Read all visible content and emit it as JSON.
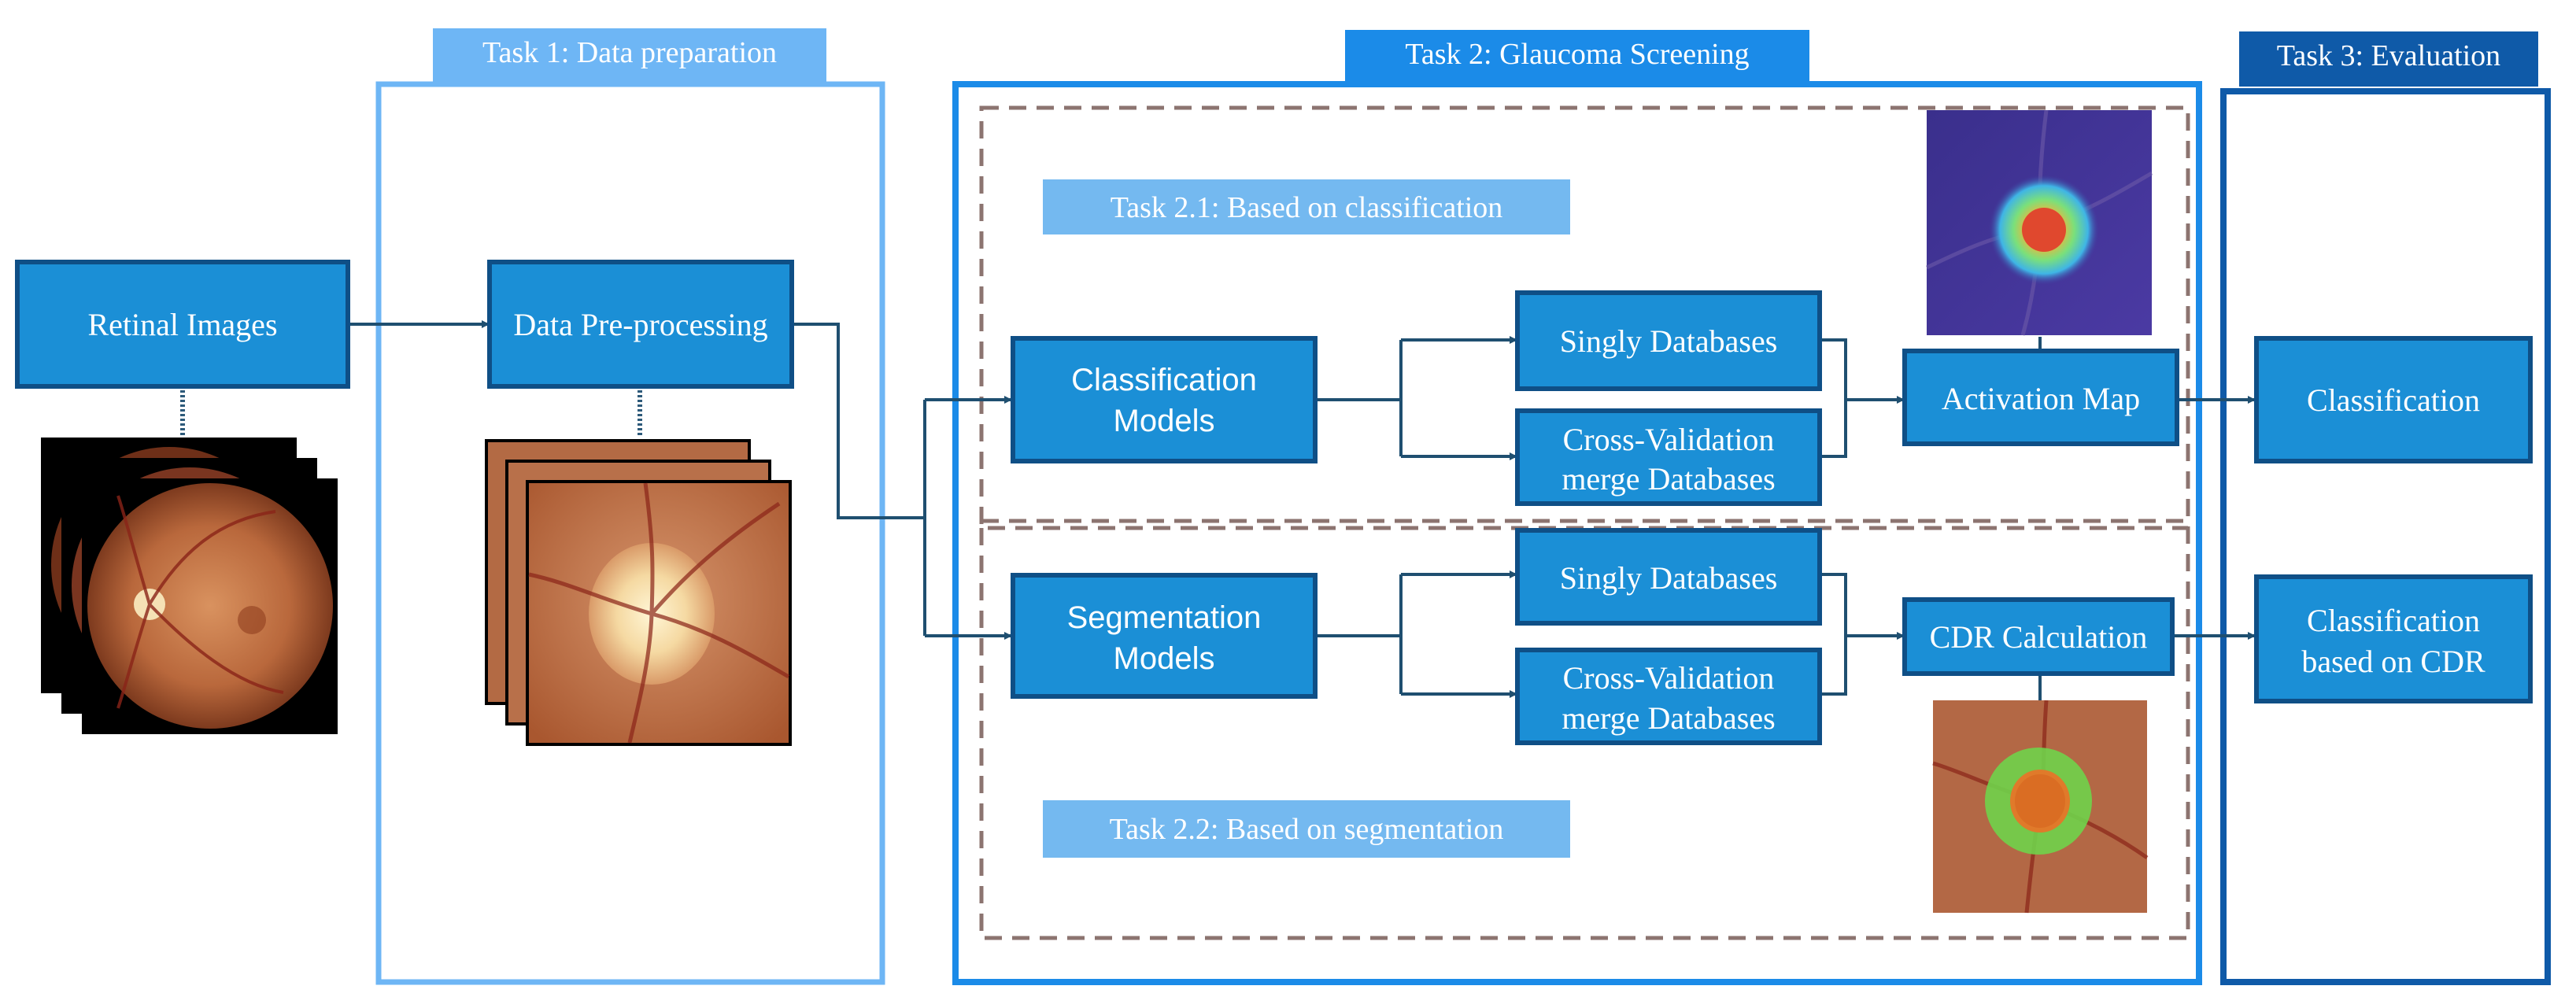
{
  "colors": {
    "task1_frame": "#6eb6f5",
    "task1_label_bg": "#6eb6f5",
    "task2_frame": "#1b8be8",
    "task2_label_bg": "#1b8be8",
    "task3_frame": "#0f5aa8",
    "task3_label_bg": "#0f5aa8",
    "box_fill": "#1b8fd6",
    "box_border": "#0f4f86",
    "subtask_label_bg": "#74b9f0",
    "arrow": "#1f4f70",
    "dashed_border": "#8c7470",
    "box_text": "#ffffff"
  },
  "tasks": {
    "task1": {
      "label": "Task 1: Data preparation"
    },
    "task2": {
      "label": "Task 2: Glaucoma Screening"
    },
    "task3": {
      "label": "Task 3: Evaluation"
    }
  },
  "subtasks": {
    "classification": "Task 2.1: Based on classification",
    "segmentation": "Task 2.2: Based on segmentation"
  },
  "boxes": {
    "retinal_images": "Retinal Images",
    "data_preprocessing": "Data Pre-processing",
    "classification_models": [
      "Classification",
      "Models"
    ],
    "segmentation_models": [
      "Segmentation",
      "Models"
    ],
    "singly_db_1": "Singly Databases",
    "cross_val_1": [
      "Cross-Validation",
      "merge Databases"
    ],
    "singly_db_2": "Singly Databases",
    "cross_val_2": [
      "Cross-Validation",
      "merge Databases"
    ],
    "activation_map": "Activation Map",
    "cdr_calculation": "CDR Calculation",
    "classification": "Classification",
    "classification_cdr": [
      "Classification",
      "based on CDR"
    ]
  },
  "images": {
    "retinal_stack": "fundus-image-stack",
    "cropped_stack": "optic-disc-crop-stack",
    "heatmap": "activation-heatmap-image",
    "segmentation": "segmentation-overlay-image"
  }
}
